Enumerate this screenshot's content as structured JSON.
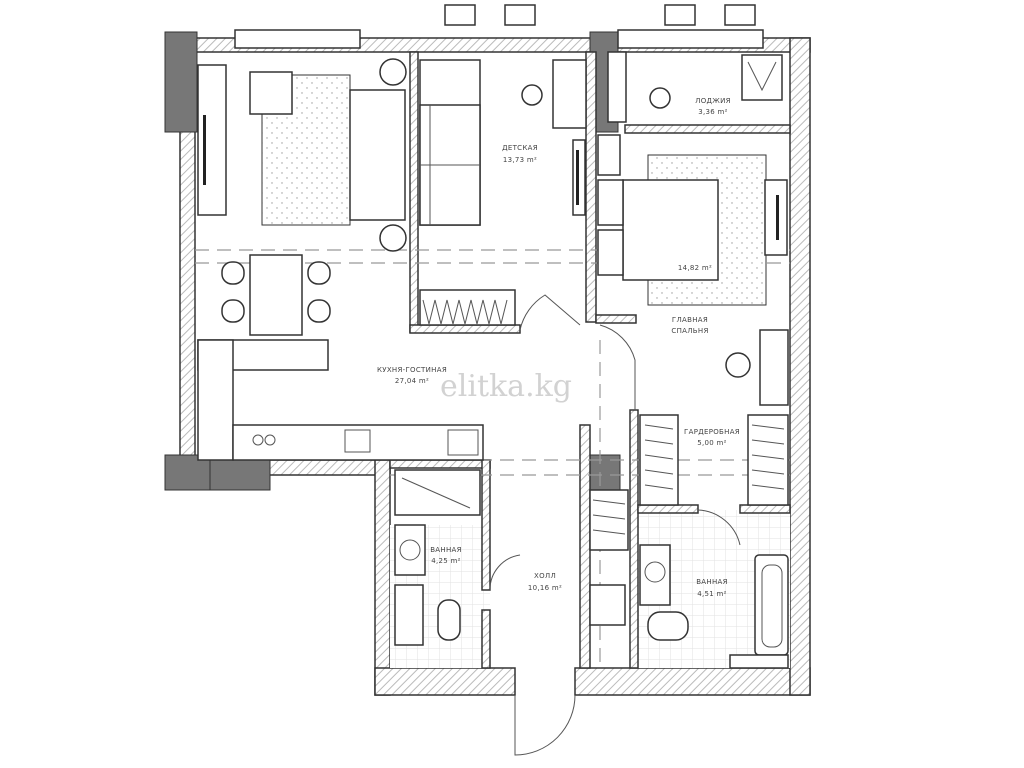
{
  "plan": {
    "rooms": [
      {
        "id": "kids",
        "name": "ДЕТСКАЯ",
        "area": "13,73 m²"
      },
      {
        "id": "loggia",
        "name": "ЛОДЖИЯ",
        "area": "3,36 m²"
      },
      {
        "id": "bedroom_area",
        "area": "14,82 m²"
      },
      {
        "id": "bedroom",
        "name": "ГЛАВНАЯ СПАЛЬНЯ"
      },
      {
        "id": "living",
        "name": "КУХНЯ-ГОСТИНАЯ",
        "area": "27,04 m²"
      },
      {
        "id": "wardrobe",
        "name": "ГАРДЕРОБНАЯ",
        "area": "5,00 m²"
      },
      {
        "id": "bath1",
        "name": "ВАННАЯ",
        "area": "4,25 m²"
      },
      {
        "id": "hall",
        "name": "ХОЛЛ",
        "area": "10,16 m²"
      },
      {
        "id": "bath2",
        "name": "ВАННАЯ",
        "area": "4,51 m²"
      }
    ],
    "bedroom_name_line1": "ГЛАВНАЯ",
    "bedroom_name_line2": "СПАЛЬНЯ",
    "watermark": "elitka.kg"
  }
}
